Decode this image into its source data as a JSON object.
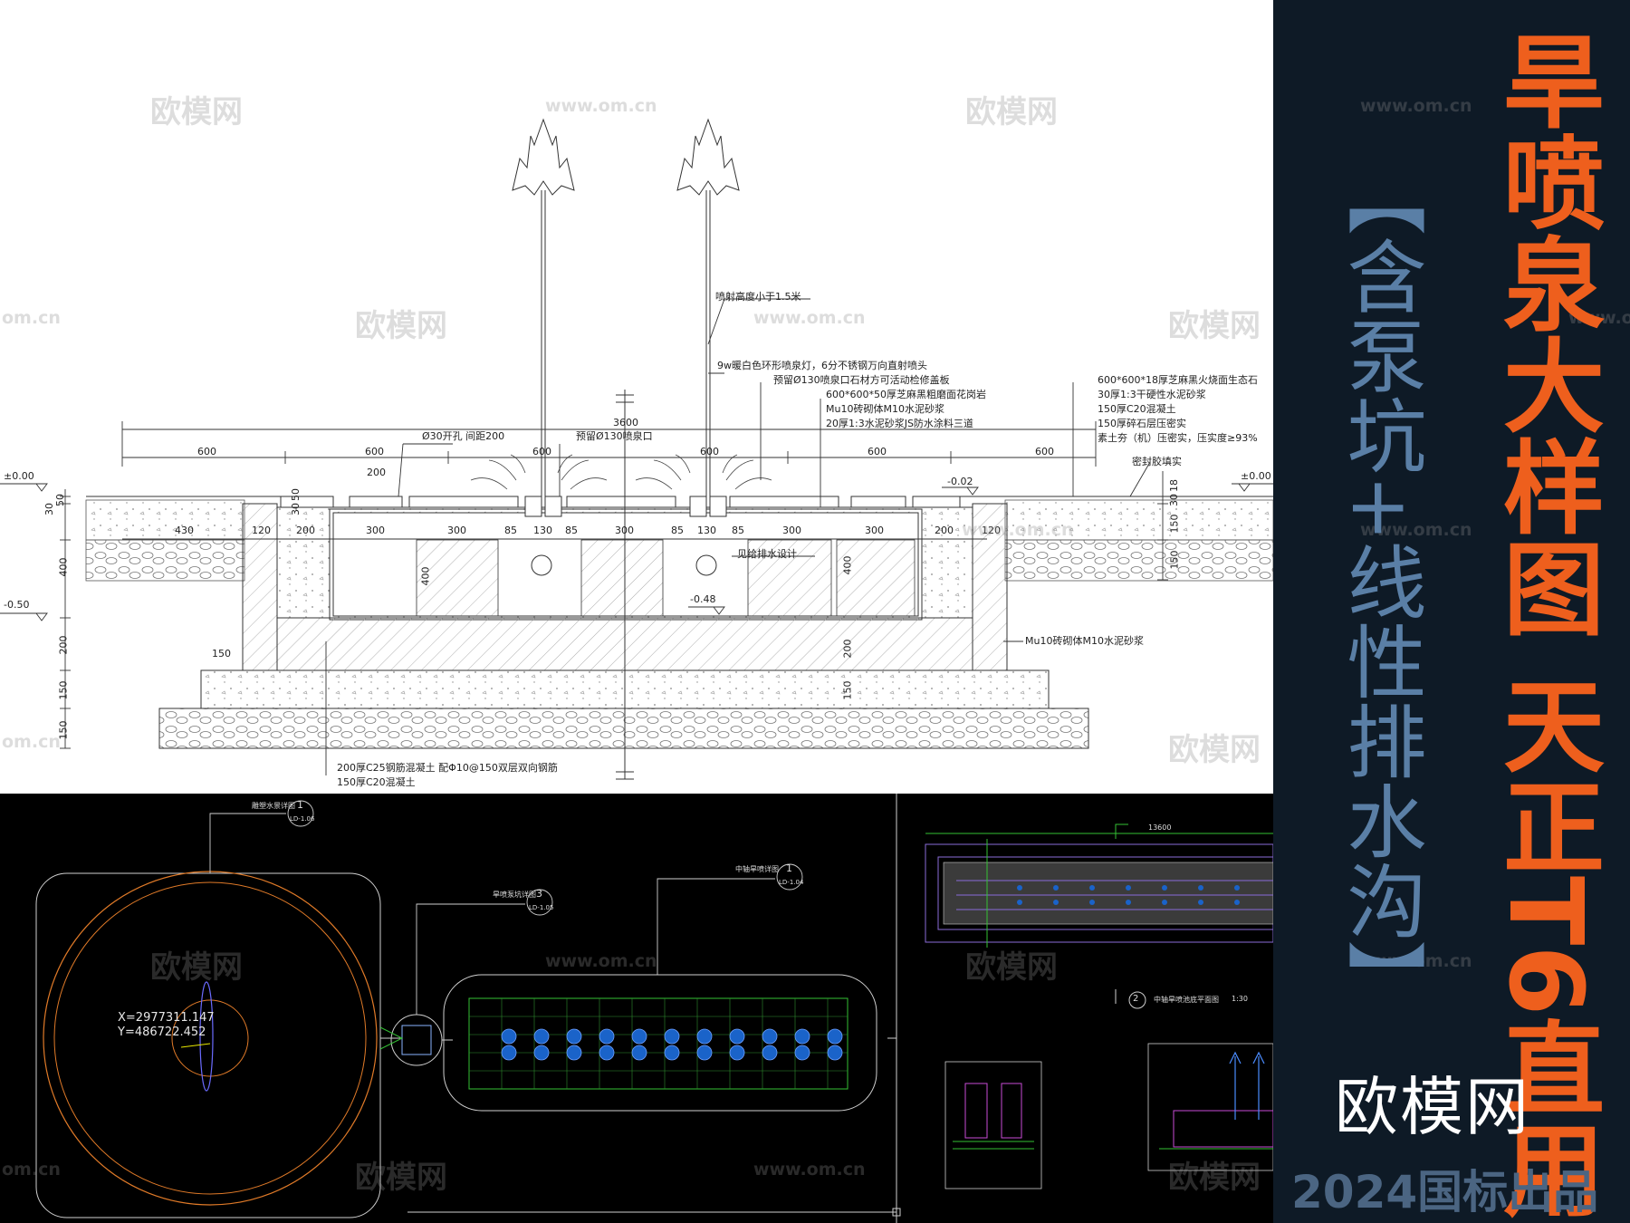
{
  "banner": {
    "title": "旱喷泉大样图 天正T6直用",
    "subtitle": "【含泵坑+线性排水沟】",
    "brand": "欧模网",
    "year_tag": "2024国标出品",
    "colors": {
      "background": "#0e1a26",
      "title": "#ee5f1d",
      "subtitle": "#5a7fa6",
      "brand": "#ffffff",
      "year": "#4b6582"
    }
  },
  "watermarks": {
    "brand": "欧模网",
    "url": "www.om.cn",
    "url_short": "om.cn"
  },
  "section": {
    "spans": {
      "total": "3600",
      "segments": [
        "600",
        "600",
        "600",
        "600",
        "600",
        "600"
      ]
    },
    "sub_dims": [
      "430",
      "120",
      "200",
      "300",
      "300",
      "85",
      "130",
      "85",
      "300",
      "85",
      "130",
      "85",
      "300",
      "300",
      "200",
      "120"
    ],
    "levels": {
      "ground_left": "±0.00",
      "ground_right": "±0.00",
      "pit_left": "-0.50",
      "slab": "-0.02",
      "pit_bottom": "-0.48"
    },
    "left_dims": [
      "30",
      "50",
      "400",
      "200",
      "150",
      "150"
    ],
    "right_dims": [
      "18",
      "30",
      "150",
      "150"
    ],
    "inner_dims": {
      "wall_left": "400",
      "wall_right": "200",
      "found_right": "150",
      "found_left": "150",
      "small_a": "200",
      "small_b": "50",
      "small_c": "30"
    },
    "notes_top": [
      "喷射高度小于1.5米",
      "9w暖白色环形喷泉灯，6分不锈钢万向直射喷头",
      "预留Ø130喷泉口石材方可活动检修盖板"
    ],
    "notes_mid": [
      "600*600*50厚芝麻黑粗磨面花岗岩",
      "Mu10砖砌体M10水泥砂浆",
      "20厚1:3水泥砂浆JS防水涂料三道"
    ],
    "notes_left": [
      "Ø30开孔 间距200",
      "预留Ø130喷泉口"
    ],
    "note_drain": "见给排水设计",
    "notes_right": [
      "600*600*18厚芝麻黑火烧面生态石",
      "30厚1:3干硬性水泥砂浆",
      "150厚C20混凝土",
      "150厚碎石层压密实",
      "素土夯（机）压密实，压实度≥93%"
    ],
    "note_seal": "密封胶填实",
    "note_wall": "Mu10砖砌体M10水泥砂浆",
    "notes_bottom": [
      "200厚C25钢筋混凝土 配Φ10@150双层双向钢筋",
      "150厚C20混凝土"
    ]
  },
  "plan": {
    "coord_x": "X=2977311.147",
    "coord_y": "Y=486722.452",
    "tag_left": "雕塑水景详图",
    "tag_left_num": "1",
    "tag_left_ref": "LD-1.06",
    "tag_mid": "旱喷泵坑详图",
    "tag_mid_num": "3",
    "tag_mid_ref": "LD-1.05",
    "tag_right": "中轴旱喷详图",
    "tag_right_num": "1",
    "tag_right_ref": "LD-1.04",
    "sub_plan_title": "中轴旱喷池底平面图",
    "sub_plan_num": "2",
    "sub_plan_scale": "1:30",
    "top_dim": "13600"
  }
}
